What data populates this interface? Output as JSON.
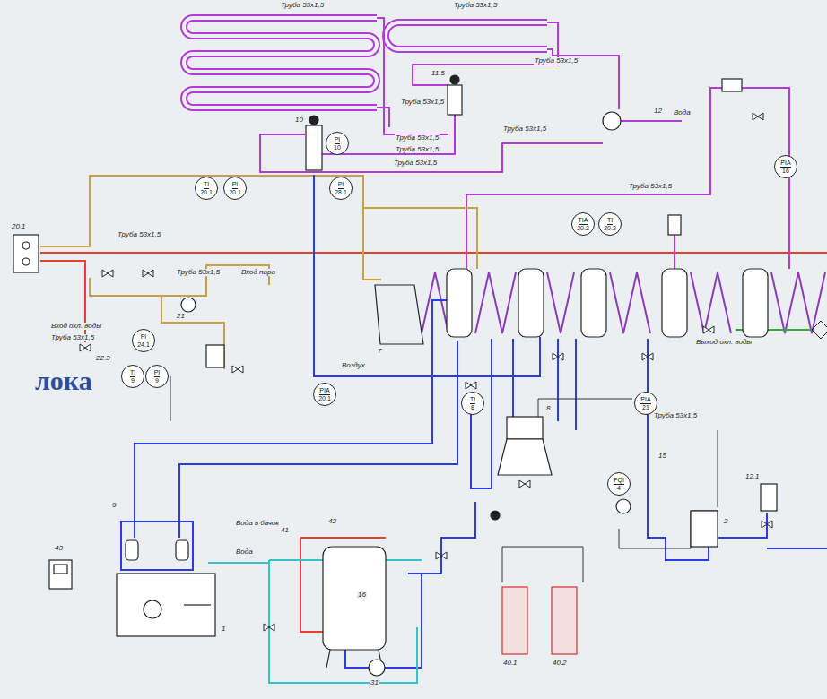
{
  "diagram": {
    "nodes": [
      {
        "text": [
          "TI",
          "20.1"
        ]
      },
      {
        "text": [
          "PI",
          "20.1"
        ]
      },
      {
        "text": [
          "PI",
          "28.1"
        ]
      },
      {
        "text": [
          "PI",
          "10"
        ]
      },
      {
        "text": [
          "PI",
          "24.1"
        ]
      },
      {
        "text": [
          "PIA",
          "20.1"
        ]
      },
      {
        "text": [
          "TI",
          "8"
        ]
      },
      {
        "text": [
          "PIA",
          "21"
        ]
      },
      {
        "text": [
          "TIA",
          "20.2"
        ]
      },
      {
        "text": [
          "TI",
          "20.2"
        ]
      },
      {
        "text": [
          "PIA",
          "16"
        ]
      },
      {
        "text": [
          "TI",
          "9"
        ]
      },
      {
        "text": [
          "PI",
          "9"
        ]
      },
      {
        "text": [
          "FQI",
          "4"
        ]
      }
    ],
    "labels": [
      "Труба 53х1,5",
      "Труба 53х1,5",
      "Труба 53х1,5",
      "Труба 53х1,5",
      "Труба 53х1,5",
      "Труба 53х1,5",
      "Труба 53х1,5",
      "Труба 53х1,5",
      "Труба 53х1,5",
      "Труба 53х1,5",
      "Труба 53х1,5",
      "Вход пара",
      "Вход охл. воды",
      "Труба 53х1,5",
      "Воздух",
      "Выход охл. воды",
      "Труба 53х1,5",
      "Вода",
      "Вода в бачок",
      "Вода",
      "20.1",
      "10",
      "11.5",
      "12",
      "7",
      "16",
      "9",
      "1",
      "43",
      "8",
      "40.1",
      "40.2",
      "15",
      "2",
      "12.1",
      "41",
      "42",
      "31",
      "21",
      "22.3",
      "лока"
    ]
  }
}
